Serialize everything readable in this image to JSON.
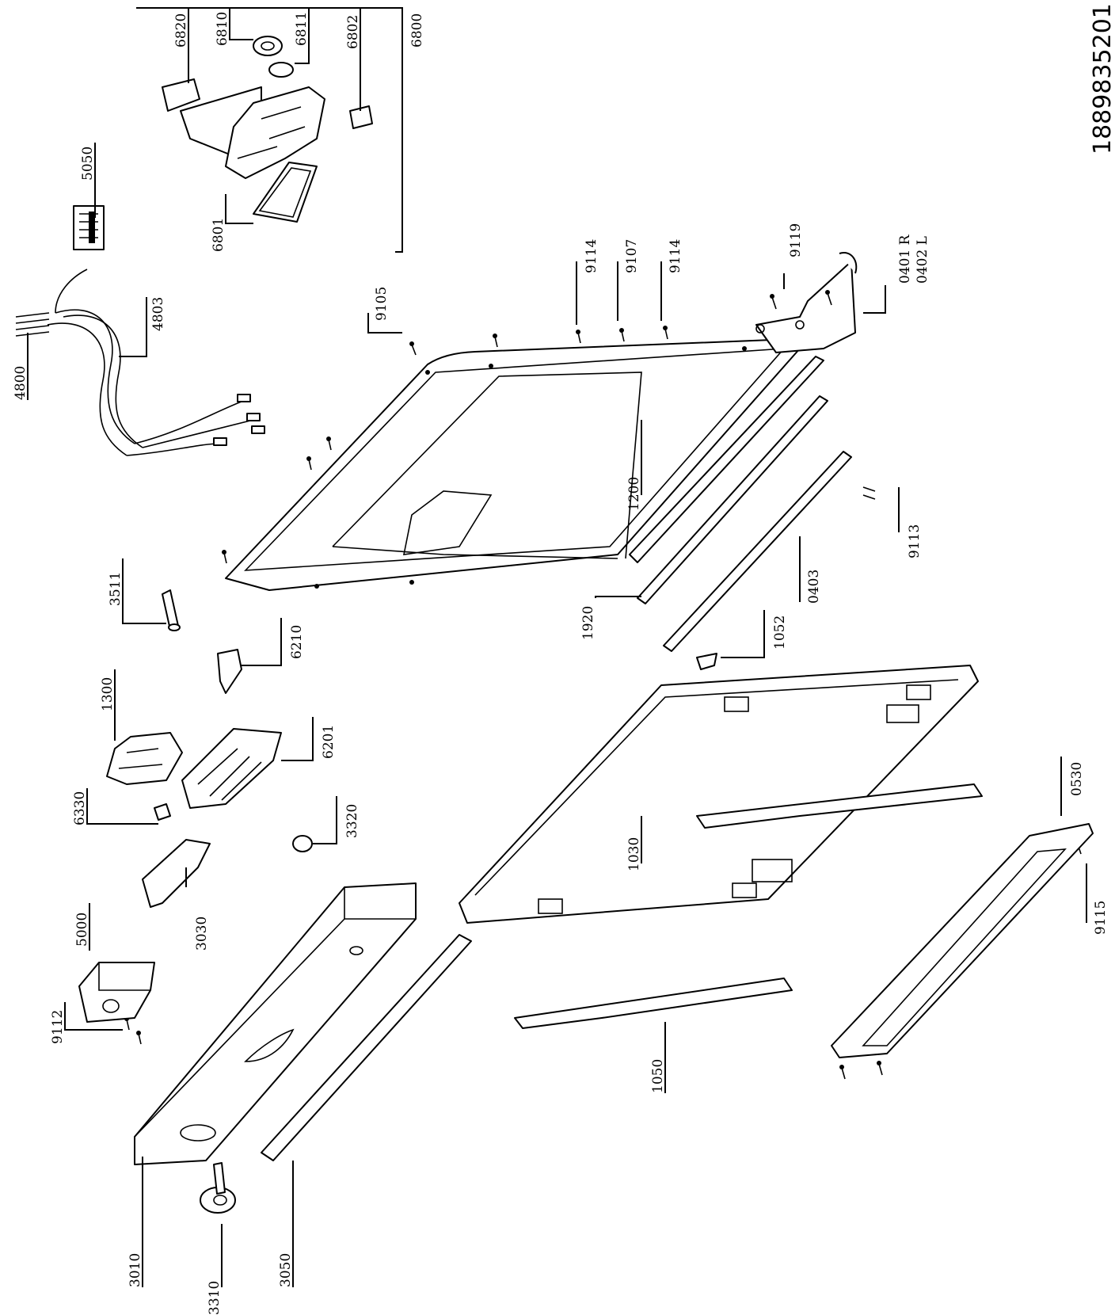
{
  "document_number": "18898352​01",
  "labels": {
    "l6820": "6820",
    "l6810": "6810",
    "l6811": "6811",
    "l6802": "6802",
    "l6800": "6800",
    "l5050": "5050",
    "l6801": "6801",
    "l4803": "4803",
    "l4800": "4800",
    "l9105": "9105",
    "l9114a": "9114",
    "l9107": "9107",
    "l9114b": "9114",
    "l9119": "9119",
    "l0401": "0401 R",
    "l0402": "0402 L",
    "l1200": "1200",
    "l9113": "9113",
    "l0403": "0403",
    "l1920": "1920",
    "l1052": "1052",
    "l3511": "3511",
    "l6210": "6210",
    "l1300": "1300",
    "l6201": "6201",
    "l6330": "6330",
    "l3320": "3320",
    "l1030": "1030",
    "l0530": "0530",
    "l3030": "3030",
    "l5000": "5000",
    "l9112": "9112",
    "l9115": "9115",
    "l1050": "1050",
    "l3010": "3010",
    "l3310": "3310",
    "l3050": "3050"
  }
}
